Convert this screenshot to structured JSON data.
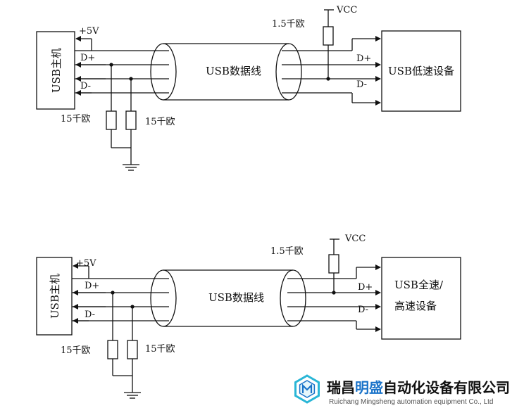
{
  "diagram1": {
    "host": "USB主机",
    "plus5v": "+5V",
    "dplus_left": "D+",
    "dminus_left": "D-",
    "cable": "USB数据线",
    "res_left_a": "15千欧",
    "res_left_b": "15千欧",
    "res_right": "1.5千欧",
    "vcc": "VCC",
    "dplus_right": "D+",
    "dminus_right": "D-",
    "device": "USB低速设备"
  },
  "diagram2": {
    "host": "USB主机",
    "plus5v": "+5V",
    "dplus_left": "D+",
    "dminus_left": "D-",
    "cable": "USB数据线",
    "res_left_a": "15千欧",
    "res_left_b": "15千欧",
    "res_right": "1.5千欧",
    "vcc": "VCC",
    "dplus_right": "D+",
    "dminus_right": "D-",
    "device_line1": "USB全速/",
    "device_line2": "高速设备"
  },
  "watermark": {
    "company_cn_prefix": "瑞昌",
    "company_cn_brand": "明盛",
    "company_cn_suffix": "自动化设备有限公司",
    "company_en": "Ruichang Mingsheng automation equipment Co., Ltd"
  },
  "colors": {
    "line": "#111111",
    "brand_blue": "#1a73c9",
    "logo_cyan": "#29b6d6"
  }
}
